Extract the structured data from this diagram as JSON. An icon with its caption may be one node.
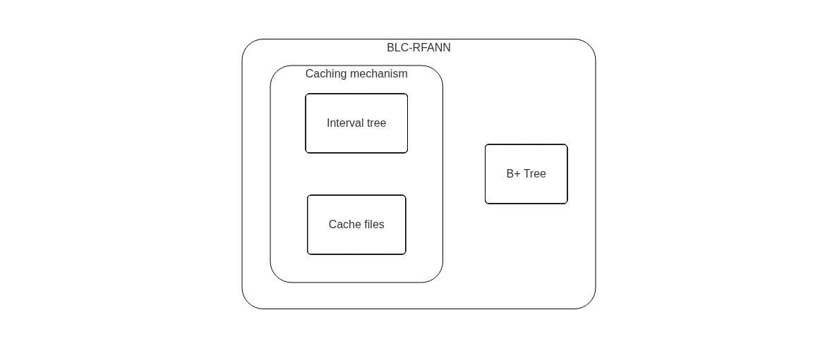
{
  "diagram": {
    "nodes": [
      {
        "text": [
          "BLC-RFANN"
        ]
      },
      {
        "text": [
          "B+ Tree"
        ],
        "in": 0
      },
      {
        "text": [
          "Caching mechanism"
        ],
        "in": 0
      },
      {
        "text": [
          "Interval tree"
        ],
        "in": 2
      },
      {
        "text": [
          "Cache files"
        ],
        "in": 2
      }
    ]
  }
}
